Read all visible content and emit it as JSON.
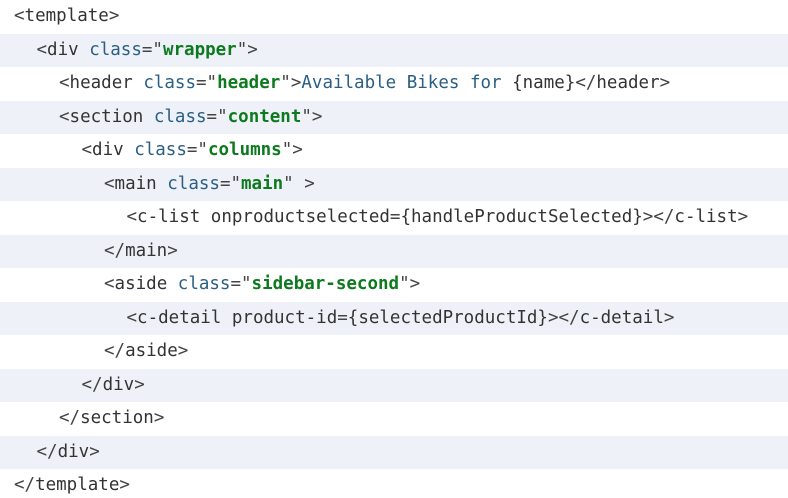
{
  "code": {
    "lines": [
      {
        "indent": 0,
        "tokens": [
          {
            "t": "punct",
            "v": "<"
          },
          {
            "t": "tag",
            "v": "template"
          },
          {
            "t": "punct",
            "v": ">"
          }
        ]
      },
      {
        "indent": 1,
        "tokens": [
          {
            "t": "punct",
            "v": "<"
          },
          {
            "t": "tag",
            "v": "div"
          },
          {
            "t": "tag",
            "v": " "
          },
          {
            "t": "attr",
            "v": "class"
          },
          {
            "t": "punct",
            "v": "=\""
          },
          {
            "t": "val",
            "v": "wrapper"
          },
          {
            "t": "punct",
            "v": "\">"
          }
        ]
      },
      {
        "indent": 2,
        "tokens": [
          {
            "t": "punct",
            "v": "<"
          },
          {
            "t": "tag",
            "v": "header"
          },
          {
            "t": "tag",
            "v": " "
          },
          {
            "t": "attr",
            "v": "class"
          },
          {
            "t": "punct",
            "v": "=\""
          },
          {
            "t": "val",
            "v": "header"
          },
          {
            "t": "punct",
            "v": "\">"
          },
          {
            "t": "text",
            "v": "Available Bikes for "
          },
          {
            "t": "expr",
            "v": "{name}"
          },
          {
            "t": "punct",
            "v": "</"
          },
          {
            "t": "tag",
            "v": "header"
          },
          {
            "t": "punct",
            "v": ">"
          }
        ]
      },
      {
        "indent": 2,
        "tokens": [
          {
            "t": "punct",
            "v": "<"
          },
          {
            "t": "tag",
            "v": "section"
          },
          {
            "t": "tag",
            "v": " "
          },
          {
            "t": "attr",
            "v": "class"
          },
          {
            "t": "punct",
            "v": "=\""
          },
          {
            "t": "val",
            "v": "content"
          },
          {
            "t": "punct",
            "v": "\">"
          }
        ]
      },
      {
        "indent": 3,
        "tokens": [
          {
            "t": "punct",
            "v": "<"
          },
          {
            "t": "tag",
            "v": "div"
          },
          {
            "t": "tag",
            "v": " "
          },
          {
            "t": "attr",
            "v": "class"
          },
          {
            "t": "punct",
            "v": "=\""
          },
          {
            "t": "val",
            "v": "columns"
          },
          {
            "t": "punct",
            "v": "\">"
          }
        ]
      },
      {
        "indent": 4,
        "tokens": [
          {
            "t": "punct",
            "v": "<"
          },
          {
            "t": "tag",
            "v": "main"
          },
          {
            "t": "tag",
            "v": " "
          },
          {
            "t": "attr",
            "v": "class"
          },
          {
            "t": "punct",
            "v": "=\""
          },
          {
            "t": "val",
            "v": "main"
          },
          {
            "t": "punct",
            "v": "\" >"
          }
        ]
      },
      {
        "indent": 5,
        "tokens": [
          {
            "t": "punct",
            "v": "<"
          },
          {
            "t": "tag",
            "v": "c-list onproductselected"
          },
          {
            "t": "punct",
            "v": "="
          },
          {
            "t": "expr",
            "v": "{handleProductSelected}"
          },
          {
            "t": "punct",
            "v": "></"
          },
          {
            "t": "tag",
            "v": "c-list"
          },
          {
            "t": "punct",
            "v": ">"
          }
        ]
      },
      {
        "indent": 4,
        "tokens": [
          {
            "t": "punct",
            "v": "</"
          },
          {
            "t": "tag",
            "v": "main"
          },
          {
            "t": "punct",
            "v": ">"
          }
        ]
      },
      {
        "indent": 4,
        "tokens": [
          {
            "t": "punct",
            "v": "<"
          },
          {
            "t": "tag",
            "v": "aside"
          },
          {
            "t": "tag",
            "v": " "
          },
          {
            "t": "attr",
            "v": "class"
          },
          {
            "t": "punct",
            "v": "=\""
          },
          {
            "t": "val",
            "v": "sidebar-second"
          },
          {
            "t": "punct",
            "v": "\">"
          }
        ]
      },
      {
        "indent": 5,
        "tokens": [
          {
            "t": "punct",
            "v": "<"
          },
          {
            "t": "tag",
            "v": "c-detail product-id"
          },
          {
            "t": "punct",
            "v": "="
          },
          {
            "t": "expr",
            "v": "{selectedProductId}"
          },
          {
            "t": "punct",
            "v": "></"
          },
          {
            "t": "tag",
            "v": "c-detail"
          },
          {
            "t": "punct",
            "v": ">"
          }
        ]
      },
      {
        "indent": 4,
        "tokens": [
          {
            "t": "punct",
            "v": "</"
          },
          {
            "t": "tag",
            "v": "aside"
          },
          {
            "t": "punct",
            "v": ">"
          }
        ]
      },
      {
        "indent": 3,
        "tokens": [
          {
            "t": "punct",
            "v": "</"
          },
          {
            "t": "tag",
            "v": "div"
          },
          {
            "t": "punct",
            "v": ">"
          }
        ]
      },
      {
        "indent": 2,
        "tokens": [
          {
            "t": "punct",
            "v": "</"
          },
          {
            "t": "tag",
            "v": "section"
          },
          {
            "t": "punct",
            "v": ">"
          }
        ]
      },
      {
        "indent": 1,
        "tokens": [
          {
            "t": "punct",
            "v": "</"
          },
          {
            "t": "tag",
            "v": "div"
          },
          {
            "t": "punct",
            "v": ">"
          }
        ]
      },
      {
        "indent": 0,
        "tokens": [
          {
            "t": "punct",
            "v": "</"
          },
          {
            "t": "tag",
            "v": "template"
          },
          {
            "t": "punct",
            "v": ">"
          }
        ]
      }
    ]
  },
  "colors": {
    "tag": "#333333",
    "attribute": "#2a5e84",
    "string_value": "#0e7a1f",
    "text": "#2a5e84",
    "stripe": "#eef2f8"
  }
}
